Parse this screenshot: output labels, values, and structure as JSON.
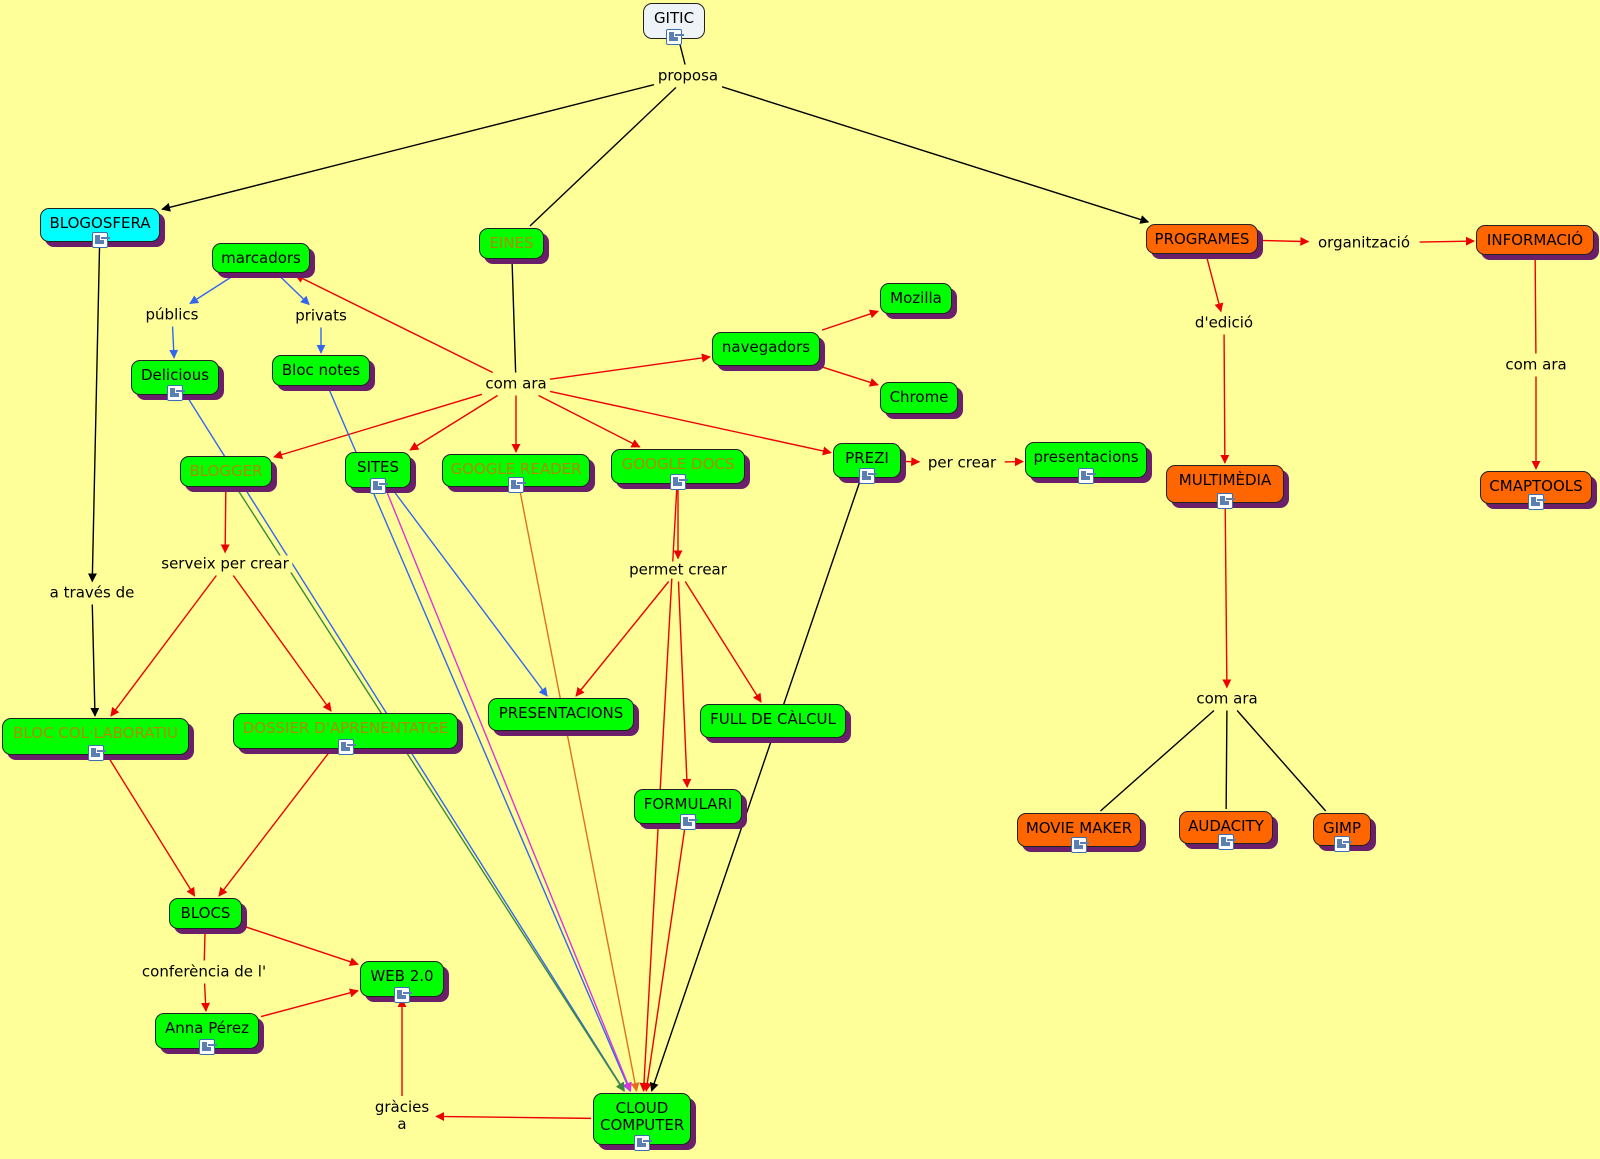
{
  "colors": {
    "background": "#ffff99",
    "green": "#00ff00",
    "orange": "#ff6600",
    "cyan": "#00ffff",
    "white": "#eef3f8",
    "shadow": "#6b1f6b",
    "edge_black": "#000000",
    "edge_red": "#ee0000",
    "edge_blue": "#3366ee",
    "edge_green": "#3a8a3a",
    "edge_magenta": "#dd33dd",
    "edge_orange": "#e07020"
  },
  "nodes": [
    {
      "id": "gitic",
      "label": "GITIC",
      "style": "white",
      "icon": "document-icon"
    },
    {
      "id": "blogosfera",
      "label": "BLOGOSFERA",
      "style": "cyan",
      "icon": "document-icon"
    },
    {
      "id": "eines",
      "label": "EINES",
      "style": "green",
      "text_color": "olive"
    },
    {
      "id": "programes",
      "label": "PROGRAMES",
      "style": "orange"
    },
    {
      "id": "informacio",
      "label": "INFORMACIÓ",
      "style": "orange"
    },
    {
      "id": "marcadors",
      "label": "marcadors",
      "style": "green"
    },
    {
      "id": "delicious",
      "label": "Delicious",
      "style": "green",
      "icon": "document-icon"
    },
    {
      "id": "blocnotes",
      "label": "Bloc notes",
      "style": "green"
    },
    {
      "id": "navegadors",
      "label": "navegadors",
      "style": "green"
    },
    {
      "id": "mozilla",
      "label": "Mozilla",
      "style": "green"
    },
    {
      "id": "chrome",
      "label": "Chrome",
      "style": "green"
    },
    {
      "id": "blogger",
      "label": "BLOGGER",
      "style": "green",
      "text_color": "olive"
    },
    {
      "id": "sites",
      "label": "SITES",
      "style": "green",
      "icon": "document-icon"
    },
    {
      "id": "greader",
      "label": "GOOGLE READER",
      "style": "green",
      "text_color": "olive",
      "icon": "document-icon"
    },
    {
      "id": "gdocs",
      "label": "GOOGLE DOCS",
      "style": "green",
      "text_color": "olive",
      "icon": "document-icon"
    },
    {
      "id": "prezi",
      "label": "PREZI",
      "style": "green",
      "icon": "document-icon"
    },
    {
      "id": "presentacions_l",
      "label": "presentacions",
      "style": "green",
      "icon": "document-icon"
    },
    {
      "id": "multimedia",
      "label": "MULTIMÈDIA",
      "style": "orange",
      "icon": "document-icon"
    },
    {
      "id": "cmaptools",
      "label": "CMAPTOOLS",
      "style": "orange",
      "icon": "document-icon"
    },
    {
      "id": "bloccol",
      "label": "BLOC COL·LABORATIU",
      "style": "green",
      "text_color": "olive",
      "icon": "document-icon"
    },
    {
      "id": "dossier",
      "label": "DOSSIER D'APRENENTATGE",
      "style": "green",
      "text_color": "olive",
      "icon": "document-icon"
    },
    {
      "id": "presentacions_u",
      "label": "PRESENTACIONS",
      "style": "green"
    },
    {
      "id": "fullcalcul",
      "label": "FULL DE CÀLCUL",
      "style": "green"
    },
    {
      "id": "formulari",
      "label": "FORMULARI",
      "style": "green",
      "icon": "document-icon"
    },
    {
      "id": "moviemaker",
      "label": "MOVIE MAKER",
      "style": "orange",
      "icon": "document-icon"
    },
    {
      "id": "audacity",
      "label": "AUDACITY",
      "style": "orange",
      "icon": "document-icon"
    },
    {
      "id": "gimp",
      "label": "GIMP",
      "style": "orange",
      "icon": "document-icon"
    },
    {
      "id": "blocs",
      "label": "BLOCS",
      "style": "green"
    },
    {
      "id": "web20",
      "label": "WEB 2.0",
      "style": "green",
      "icon": "document-icon"
    },
    {
      "id": "annaperez",
      "label": "Anna Pérez",
      "style": "green",
      "icon": "document-icon"
    },
    {
      "id": "cloud",
      "label": "CLOUD COMPUTER",
      "lines": [
        "CLOUD",
        "COMPUTER"
      ],
      "style": "green",
      "icon": "document-icon"
    }
  ],
  "phrases": [
    {
      "id": "proposa",
      "label": "proposa"
    },
    {
      "id": "publics",
      "label": "públics"
    },
    {
      "id": "privats",
      "label": "privats"
    },
    {
      "id": "comara_main",
      "label": "com ara"
    },
    {
      "id": "organitzacio",
      "label": "organització"
    },
    {
      "id": "dedicio",
      "label": "d'edició"
    },
    {
      "id": "comara_info",
      "label": "com ara"
    },
    {
      "id": "percrear",
      "label": "per crear"
    },
    {
      "id": "serveix",
      "label": "serveix per crear"
    },
    {
      "id": "atraves",
      "label": "a través de"
    },
    {
      "id": "permet",
      "label": "permet crear"
    },
    {
      "id": "comara_multi",
      "label": "com ara"
    },
    {
      "id": "conferencia",
      "label": "conferència de l'"
    },
    {
      "id": "gracies",
      "label": "gràcies a",
      "lines": [
        "gràcies",
        "a"
      ]
    }
  ],
  "edges": [
    {
      "from": "gitic",
      "to": "proposa",
      "color": "black",
      "arrow": false
    },
    {
      "from": "proposa",
      "to": "blogosfera",
      "color": "black",
      "arrow": true
    },
    {
      "from": "proposa",
      "to": "eines",
      "color": "black",
      "arrow": false
    },
    {
      "from": "proposa",
      "to": "programes",
      "color": "black",
      "arrow": true
    },
    {
      "from": "programes",
      "to": "organitzacio",
      "color": "red",
      "arrow": true
    },
    {
      "from": "organitzacio",
      "to": "informacio",
      "color": "red",
      "arrow": true
    },
    {
      "from": "informacio",
      "to": "comara_info",
      "color": "red",
      "arrow": false
    },
    {
      "from": "comara_info",
      "to": "cmaptools",
      "color": "red",
      "arrow": true
    },
    {
      "from": "programes",
      "to": "dedicio",
      "color": "red",
      "arrow": true
    },
    {
      "from": "dedicio",
      "to": "multimedia",
      "color": "red",
      "arrow": true
    },
    {
      "from": "multimedia",
      "to": "comara_multi",
      "color": "red",
      "arrow": true
    },
    {
      "from": "comara_multi",
      "to": "moviemaker",
      "color": "black",
      "arrow": false
    },
    {
      "from": "comara_multi",
      "to": "audacity",
      "color": "black",
      "arrow": false
    },
    {
      "from": "comara_multi",
      "to": "gimp",
      "color": "black",
      "arrow": false
    },
    {
      "from": "eines",
      "to": "comara_main",
      "color": "black",
      "arrow": false
    },
    {
      "from": "comara_main",
      "to": "marcadors",
      "color": "red",
      "arrow": true
    },
    {
      "from": "comara_main",
      "to": "navegadors",
      "color": "red",
      "arrow": true
    },
    {
      "from": "comara_main",
      "to": "blogger",
      "color": "red",
      "arrow": true
    },
    {
      "from": "comara_main",
      "to": "sites",
      "color": "red",
      "arrow": true
    },
    {
      "from": "comara_main",
      "to": "greader",
      "color": "red",
      "arrow": true
    },
    {
      "from": "comara_main",
      "to": "gdocs",
      "color": "red",
      "arrow": true
    },
    {
      "from": "comara_main",
      "to": "prezi",
      "color": "red",
      "arrow": true
    },
    {
      "from": "navegadors",
      "to": "mozilla",
      "color": "red",
      "arrow": true
    },
    {
      "from": "navegadors",
      "to": "chrome",
      "color": "red",
      "arrow": true
    },
    {
      "from": "marcadors",
      "to": "publics",
      "color": "blue",
      "arrow": true
    },
    {
      "from": "marcadors",
      "to": "privats",
      "color": "blue",
      "arrow": true
    },
    {
      "from": "publics",
      "to": "delicious",
      "color": "blue",
      "arrow": true
    },
    {
      "from": "privats",
      "to": "blocnotes",
      "color": "blue",
      "arrow": true
    },
    {
      "from": "prezi",
      "to": "percrear",
      "color": "red",
      "arrow": true
    },
    {
      "from": "percrear",
      "to": "presentacions_l",
      "color": "red",
      "arrow": true
    },
    {
      "from": "blogosfera",
      "to": "atraves",
      "color": "black",
      "arrow": true
    },
    {
      "from": "atraves",
      "to": "bloccol",
      "color": "black",
      "arrow": true
    },
    {
      "from": "blogger",
      "to": "serveix",
      "color": "red",
      "arrow": true
    },
    {
      "from": "serveix",
      "to": "bloccol",
      "color": "red",
      "arrow": true
    },
    {
      "from": "serveix",
      "to": "dossier",
      "color": "red",
      "arrow": true
    },
    {
      "from": "gdocs",
      "to": "permet",
      "color": "red",
      "arrow": true
    },
    {
      "from": "permet",
      "to": "presentacions_u",
      "color": "red",
      "arrow": true
    },
    {
      "from": "permet",
      "to": "fullcalcul",
      "color": "red",
      "arrow": true
    },
    {
      "from": "permet",
      "to": "formulari",
      "color": "red",
      "arrow": true
    },
    {
      "from": "bloccol",
      "to": "blocs",
      "color": "red",
      "arrow": true
    },
    {
      "from": "dossier",
      "to": "blocs",
      "color": "red",
      "arrow": true
    },
    {
      "from": "blocs",
      "to": "web20",
      "color": "red",
      "arrow": true
    },
    {
      "from": "blocs",
      "to": "conferencia",
      "color": "red",
      "arrow": false
    },
    {
      "from": "conferencia",
      "to": "annaperez",
      "color": "red",
      "arrow": true
    },
    {
      "from": "annaperez",
      "to": "web20",
      "color": "red",
      "arrow": true
    },
    {
      "from": "cloud",
      "to": "gracies",
      "color": "red",
      "arrow": true
    },
    {
      "from": "gracies",
      "to": "web20",
      "color": "red",
      "arrow": true
    },
    {
      "from": "delicious",
      "to": "cloud",
      "color": "blue",
      "arrow": true
    },
    {
      "from": "blocnotes",
      "to": "cloud",
      "color": "blue",
      "arrow": true
    },
    {
      "from": "blogger",
      "to": "cloud",
      "color": "green",
      "arrow": true
    },
    {
      "from": "sites",
      "to": "cloud",
      "color": "magenta",
      "arrow": true
    },
    {
      "from": "greader",
      "to": "cloud",
      "color": "orange",
      "arrow": true
    },
    {
      "from": "gdocs",
      "to": "cloud",
      "color": "red",
      "arrow": true
    },
    {
      "from": "formulari",
      "to": "cloud",
      "color": "red",
      "arrow": true
    },
    {
      "from": "prezi",
      "to": "cloud",
      "color": "black",
      "arrow": true
    },
    {
      "from": "sites",
      "to": "presentacions_u",
      "color": "blue",
      "arrow": true
    }
  ]
}
